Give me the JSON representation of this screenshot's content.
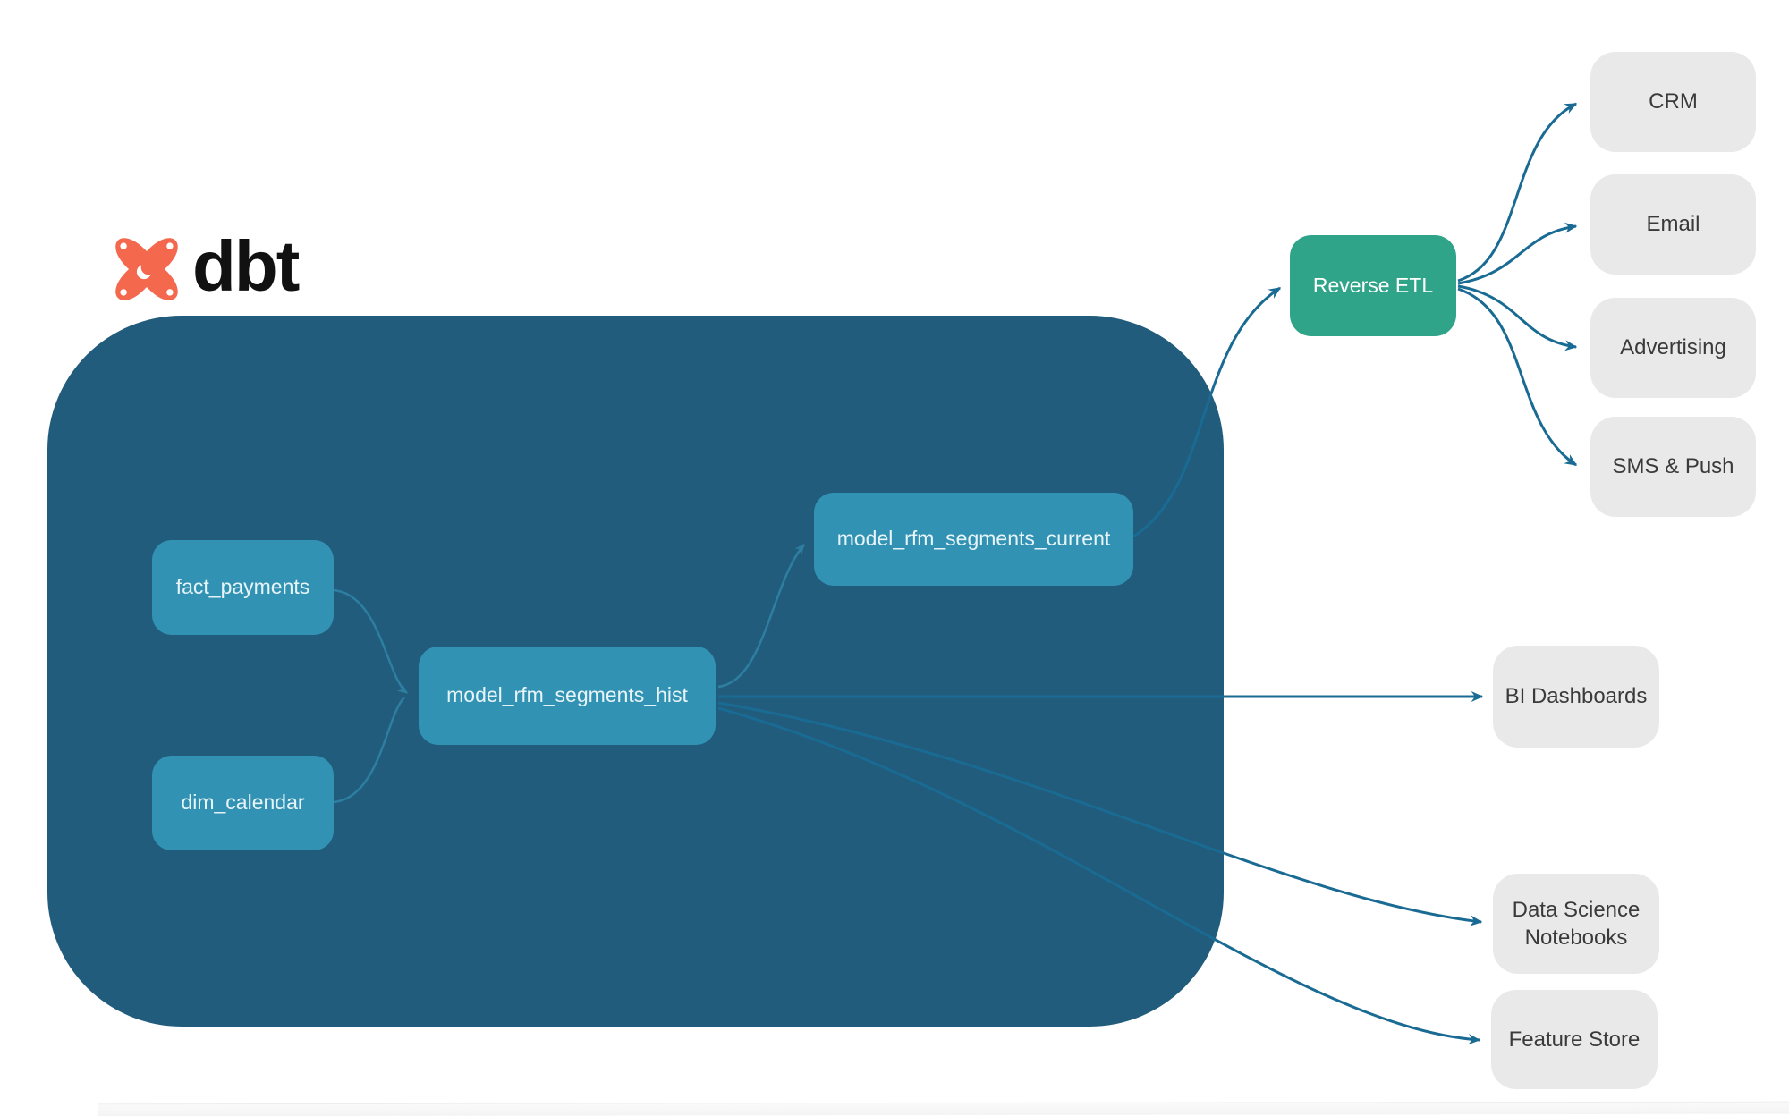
{
  "logo": {
    "brand": "dbt"
  },
  "warehouse": {
    "sources": [
      {
        "id": "fact_payments",
        "label": "fact_payments"
      },
      {
        "id": "dim_calendar",
        "label": "dim_calendar"
      }
    ],
    "models": [
      {
        "id": "model_rfm_segments_hist",
        "label": "model_rfm_segments_hist"
      },
      {
        "id": "model_rfm_segments_current",
        "label": "model_rfm_segments_current"
      }
    ]
  },
  "reverse_etl": {
    "label": "Reverse ETL"
  },
  "activation_destinations": [
    {
      "label": "CRM"
    },
    {
      "label": "Email"
    },
    {
      "label": "Advertising"
    },
    {
      "label": "SMS & Push"
    }
  ],
  "analytics_destinations": [
    {
      "label": "BI Dashboards"
    },
    {
      "label": "Data Science Notebooks"
    },
    {
      "label": "Feature Store"
    }
  ],
  "colors": {
    "brand_orange": "#F4684E",
    "warehouse_bg": "#215C7C",
    "model_node": "#3292B3",
    "reverse_etl_green": "#2FA489",
    "destination_gray": "#E9E9E9",
    "edge_dark": "#1A6B93",
    "edge_light": "#2E7EA1"
  }
}
